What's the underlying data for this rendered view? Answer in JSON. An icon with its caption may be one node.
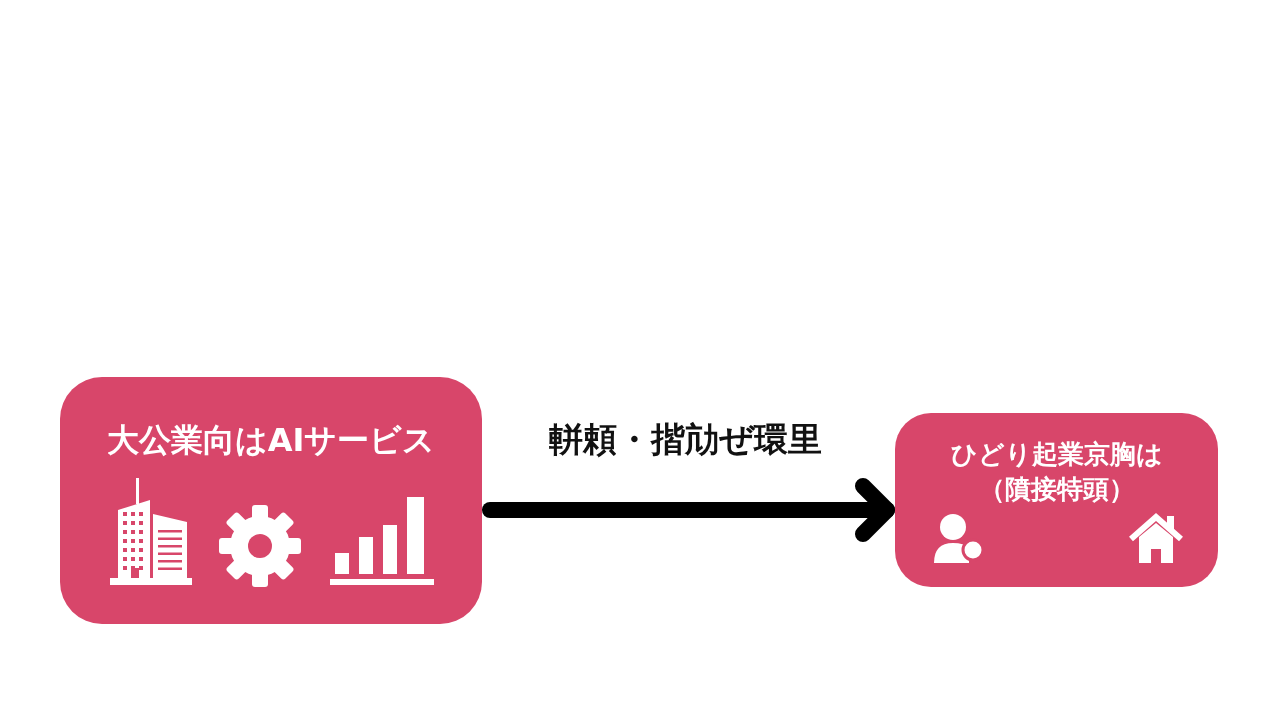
{
  "diagram": {
    "nodes": [
      {
        "text": [
          "大公業向はAIサービス"
        ]
      },
      {
        "text": [
          "ひどり起業京胸は（隫接特頭）"
        ]
      }
    ],
    "edges": [
      {
        "from": 0,
        "to": 1,
        "arrow": "to",
        "label": "軿頼・揩劥ぜ環里"
      }
    ]
  }
}
